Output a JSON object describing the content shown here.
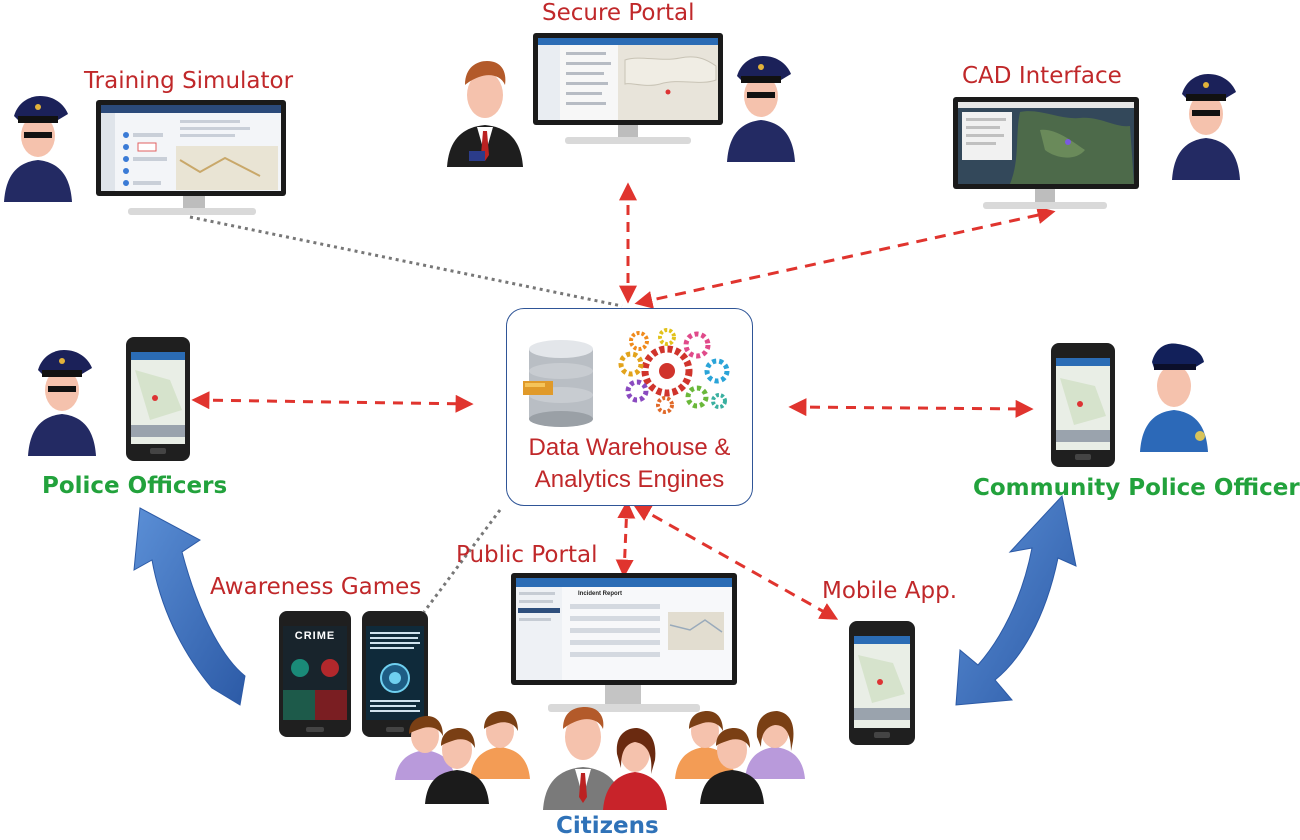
{
  "labels": {
    "secure_portal": "Secure Portal",
    "training_simulator": "Training Simulator",
    "cad_interface": "CAD Interface",
    "hub_line1": "Data Warehouse &",
    "hub_line2": "Analytics Engines",
    "police_officers": "Police Officers",
    "community_police_officers": "Community Police Officers",
    "public_portal": "Public Portal",
    "awareness_games": "Awareness Games",
    "mobile_app": "Mobile App.",
    "citizens": "Citizens"
  },
  "screens": {
    "crime_game_title": "CRIME",
    "incident_report_title": "Incident Report"
  },
  "colors": {
    "label_red": "#c0282a",
    "label_green": "#22a23c",
    "label_blue": "#2f72b8",
    "arrow_red": "#e0342e",
    "dotted_gray": "#777777",
    "big_arrow_blue": "#3a6fc0"
  }
}
